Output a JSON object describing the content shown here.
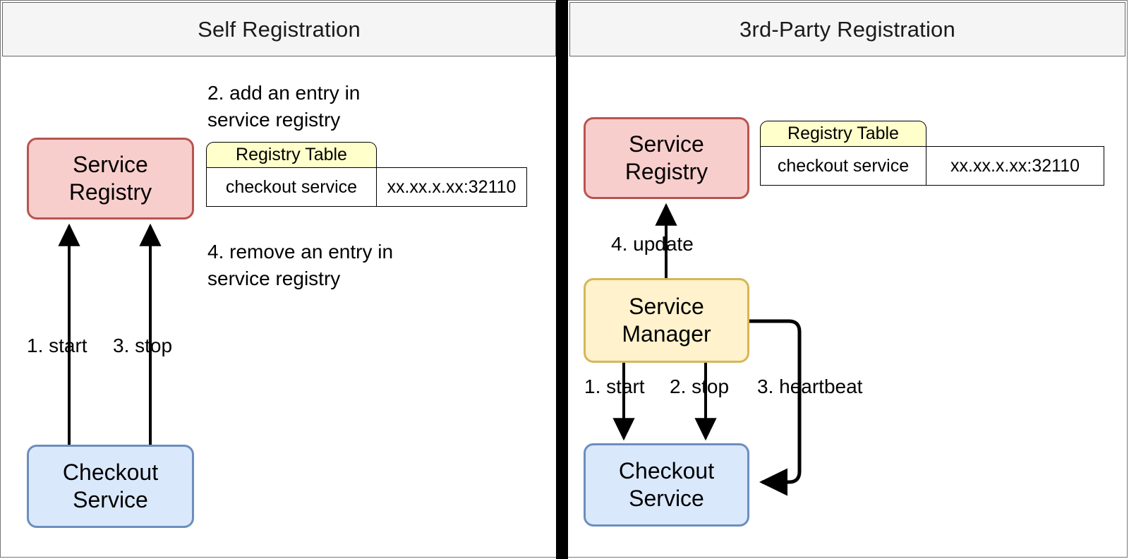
{
  "panels": [
    {
      "id": "self-registration",
      "title": "Self Registration",
      "nodes": [
        {
          "id": "service-registry",
          "line1": "Service",
          "line2": "Registry"
        },
        {
          "id": "checkout-service",
          "line1": "Checkout",
          "line2": "Service"
        }
      ],
      "registry_table": {
        "tab_label": "Registry Table",
        "columns": [
          "checkout service",
          "xx.xx.x.xx:32110"
        ]
      },
      "annotations": [
        {
          "id": "step-2",
          "text": "2. add an entry in\nservice registry"
        },
        {
          "id": "step-4",
          "text": "4. remove an entry in\nservice registry"
        }
      ],
      "edge_labels": [
        {
          "id": "edge-start",
          "text": "1. start"
        },
        {
          "id": "edge-stop",
          "text": "3. stop"
        }
      ]
    },
    {
      "id": "third-party-registration",
      "title": "3rd-Party Registration",
      "nodes": [
        {
          "id": "service-registry",
          "line1": "Service",
          "line2": "Registry"
        },
        {
          "id": "service-manager",
          "line1": "Service",
          "line2": "Manager"
        },
        {
          "id": "checkout-service",
          "line1": "Checkout",
          "line2": "Service"
        }
      ],
      "registry_table": {
        "tab_label": "Registry Table",
        "columns": [
          "checkout service",
          "xx.xx.x.xx:32110"
        ]
      },
      "annotations": [],
      "edge_labels": [
        {
          "id": "edge-update",
          "text": "4. update"
        },
        {
          "id": "edge-start",
          "text": "1. start"
        },
        {
          "id": "edge-stop",
          "text": "2. stop"
        },
        {
          "id": "edge-heartbeat",
          "text": "3. heartbeat"
        }
      ]
    }
  ],
  "colors": {
    "registry_fill": "#f8cecc",
    "registry_stroke": "#b85450",
    "service_fill": "#dae8fc",
    "service_stroke": "#6c8ebf",
    "manager_fill": "#fff2cc",
    "manager_stroke": "#d6b656",
    "table_tab_fill": "#ffffcc",
    "header_fill": "#f5f5f5",
    "divider": "#000000"
  }
}
